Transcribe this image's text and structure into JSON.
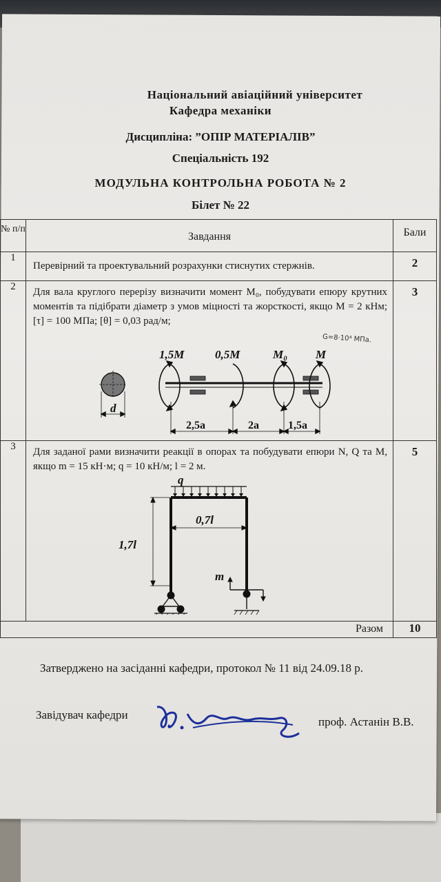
{
  "header": {
    "university": "Національний авіаційний університет",
    "department": "Кафедра механіки",
    "discipline": "Дисципліна: ”ОПІР МАТЕРІАЛІВ”",
    "specialty": "Спеціальність 192",
    "title": "МОДУЛЬНА КОНТРОЛЬНА РОБОТА № 2",
    "ticket": "Білет № 22"
  },
  "table": {
    "col_num": "№ п/п",
    "col_task": "Завдання",
    "col_points": "Бали",
    "rows": [
      {
        "num": "1",
        "text": "Перевірний та проектувальний розрахунки стиснутих стержнів.",
        "points": "2"
      },
      {
        "num": "2",
        "text": "Для вала круглого перерізу визначити момент M₀, побудувати епюру крутних моментів та підібрати діаметр з умов міцності та жорсткості, якщо M = 2 кНм; [τ] = 100 МПа; [θ] = 0,03 рад/м;",
        "points": "3",
        "handnote": "G=8·10⁴ МПа.",
        "figure": {
          "moment_labels": [
            "1,5M",
            "0,5M",
            "M₀",
            "M"
          ],
          "dims": [
            "2,5a",
            "2a",
            "1,5a"
          ],
          "diameter": "d"
        }
      },
      {
        "num": "3",
        "text": "Для заданої рами визначити реакції в опорах та побудувати епюри N, Q та M, якщо m = 15 кН·м; q = 10 кН/м; l = 2 м.",
        "points": "5",
        "figure": {
          "load": "q",
          "width": "0,7l",
          "height": "1,7l",
          "moment": "m"
        }
      }
    ],
    "sum_label": "Разом",
    "sum_value": "10"
  },
  "footer": {
    "approved": "Затверджено на засіданні кафедри, протокол № 11 від 24.09.18 р.",
    "head_label": "Завідувач кафедри",
    "head_name": "проф. Астанін В.В."
  }
}
